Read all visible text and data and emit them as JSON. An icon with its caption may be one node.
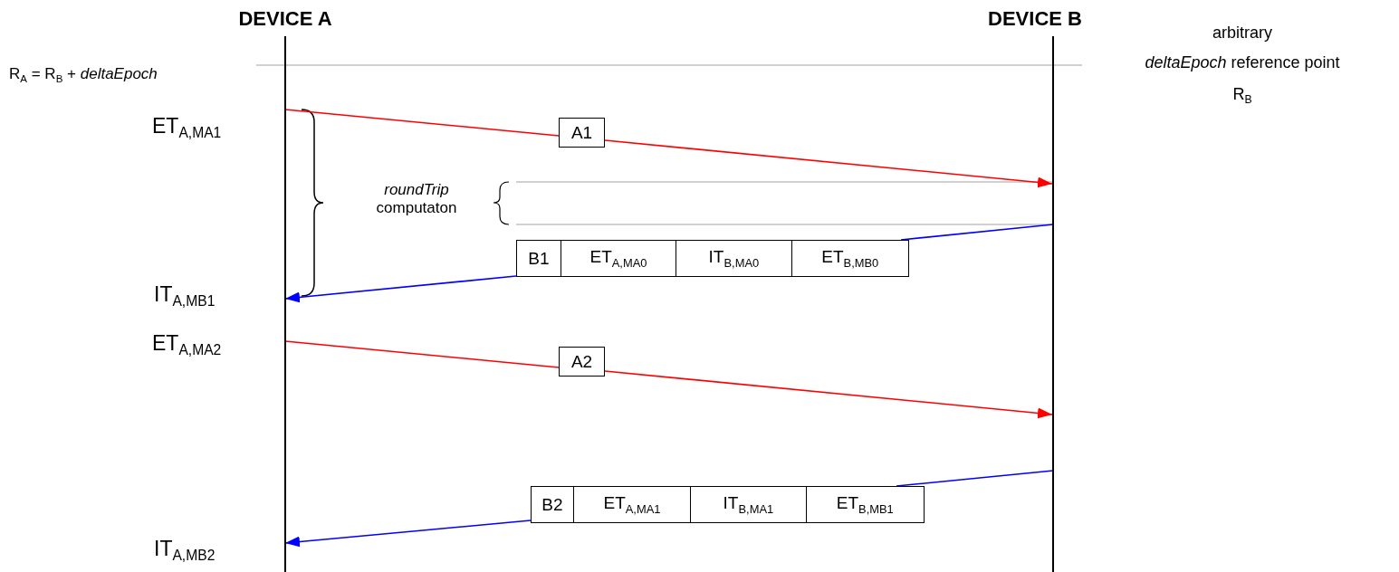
{
  "diagram": {
    "nodes": [
      {
        "text": [],
        "shape": "line",
        "beside": [
          "DEVICE A"
        ]
      },
      {
        "text": [],
        "shape": "line",
        "beside": [
          "DEVICE B"
        ]
      },
      {
        "text": [
          "A1"
        ]
      },
      {
        "text": [
          "B1",
          "ET$_{A,MA0}$",
          "IT$_{B,MA0}$",
          "ET$_{B,MB0}$"
        ]
      },
      {
        "text": [
          "A2"
        ]
      },
      {
        "text": [
          "B2",
          "ET$_{A,MA1}$",
          "IT$_{B,MA1}$",
          "ET$_{B,MB1}$"
        ]
      }
    ],
    "edges": [
      {
        "from": 0,
        "to": 2,
        "arrow": "none",
        "color": "#ff0000"
      },
      {
        "from": 2,
        "to": 1,
        "arrow": "to",
        "color": "#ff0000"
      },
      {
        "from": 1,
        "to": 3,
        "arrow": "none",
        "color": "#0000ff"
      },
      {
        "from": 3,
        "to": 0,
        "arrow": "to",
        "color": "#0000ff"
      },
      {
        "from": 0,
        "to": 4,
        "arrow": "none",
        "color": "#ff0000"
      },
      {
        "from": 4,
        "to": 1,
        "arrow": "to",
        "color": "#ff0000"
      },
      {
        "from": 1,
        "to": 5,
        "arrow": "none",
        "color": "#0000ff"
      },
      {
        "from": 5,
        "to": 0,
        "arrow": "to",
        "color": "#0000ff"
      }
    ],
    "labels": [
      "arbitrary",
      "*deltaEpoch* reference point",
      "R$_{A}$ = R$_{B}$ + *deltaEpoch*",
      "R$_{B}$",
      "ET$_{A,MA1}$",
      "*roundTrip* computaton",
      "IT$_{A,MB1}$",
      "ET$_{A,MA2}$",
      "IT$_{A,MB2}$"
    ]
  }
}
